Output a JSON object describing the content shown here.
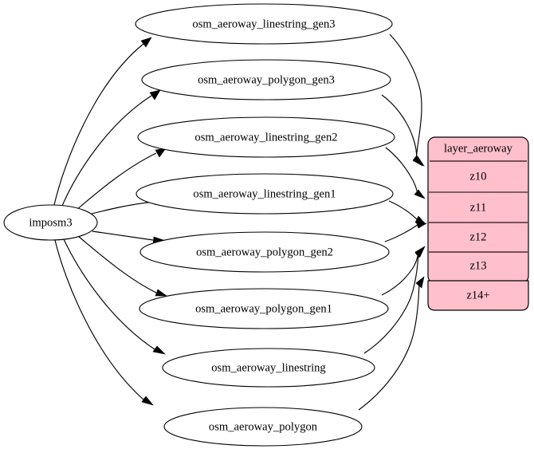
{
  "diagram": {
    "type": "directed-graph",
    "title": "imposm3 aeroway layer data flow",
    "source_node": {
      "id": "imposm3",
      "label": "imposm3",
      "shape": "ellipse",
      "fill": "#ffffff"
    },
    "intermediate_nodes": [
      {
        "id": "osm_aeroway_linestring_gen3",
        "label": "osm_aeroway_linestring_gen3",
        "shape": "ellipse",
        "fill": "#ffffff"
      },
      {
        "id": "osm_aeroway_polygon_gen3",
        "label": "osm_aeroway_polygon_gen3",
        "shape": "ellipse",
        "fill": "#ffffff"
      },
      {
        "id": "osm_aeroway_linestring_gen2",
        "label": "osm_aeroway_linestring_gen2",
        "shape": "ellipse",
        "fill": "#ffffff"
      },
      {
        "id": "osm_aeroway_linestring_gen1",
        "label": "osm_aeroway_linestring_gen1",
        "shape": "ellipse",
        "fill": "#ffffff"
      },
      {
        "id": "osm_aeroway_polygon_gen2",
        "label": "osm_aeroway_polygon_gen2",
        "shape": "ellipse",
        "fill": "#ffffff"
      },
      {
        "id": "osm_aeroway_polygon_gen1",
        "label": "osm_aeroway_polygon_gen1",
        "shape": "ellipse",
        "fill": "#ffffff"
      },
      {
        "id": "osm_aeroway_linestring",
        "label": "osm_aeroway_linestring",
        "shape": "ellipse",
        "fill": "#ffffff"
      },
      {
        "id": "osm_aeroway_polygon",
        "label": "osm_aeroway_polygon",
        "shape": "ellipse",
        "fill": "#ffffff"
      }
    ],
    "table_node": {
      "id": "layer_aeroway",
      "header": "layer_aeroway",
      "fill": "#ffc0cb",
      "rows": [
        {
          "label": "z10"
        },
        {
          "label": "z11"
        },
        {
          "label": "z12"
        },
        {
          "label": "z13"
        },
        {
          "label": "z14+"
        }
      ]
    },
    "edges": [
      {
        "from": "imposm3",
        "to": "osm_aeroway_linestring_gen3"
      },
      {
        "from": "imposm3",
        "to": "osm_aeroway_polygon_gen3"
      },
      {
        "from": "imposm3",
        "to": "osm_aeroway_linestring_gen2"
      },
      {
        "from": "imposm3",
        "to": "osm_aeroway_linestring_gen1"
      },
      {
        "from": "imposm3",
        "to": "osm_aeroway_polygon_gen2"
      },
      {
        "from": "imposm3",
        "to": "osm_aeroway_polygon_gen1"
      },
      {
        "from": "imposm3",
        "to": "osm_aeroway_linestring"
      },
      {
        "from": "imposm3",
        "to": "osm_aeroway_polygon"
      },
      {
        "from": "osm_aeroway_linestring_gen3",
        "to": "layer_aeroway:z10"
      },
      {
        "from": "osm_aeroway_polygon_gen3",
        "to": "layer_aeroway:z10"
      },
      {
        "from": "osm_aeroway_linestring_gen2",
        "to": "layer_aeroway:z11"
      },
      {
        "from": "osm_aeroway_polygon_gen2",
        "to": "layer_aeroway:z12"
      },
      {
        "from": "osm_aeroway_linestring_gen1",
        "to": "layer_aeroway:z12"
      },
      {
        "from": "osm_aeroway_polygon_gen1",
        "to": "layer_aeroway:z13"
      },
      {
        "from": "osm_aeroway_linestring",
        "to": "layer_aeroway:z13"
      },
      {
        "from": "osm_aeroway_polygon",
        "to": "layer_aeroway:z14+"
      }
    ],
    "colors": {
      "node_fill": "#ffffff",
      "node_stroke": "#000000",
      "table_fill": "#ffc0cb",
      "table_stroke": "#000000",
      "edge_stroke": "#000000",
      "background": "#ffffff"
    }
  }
}
